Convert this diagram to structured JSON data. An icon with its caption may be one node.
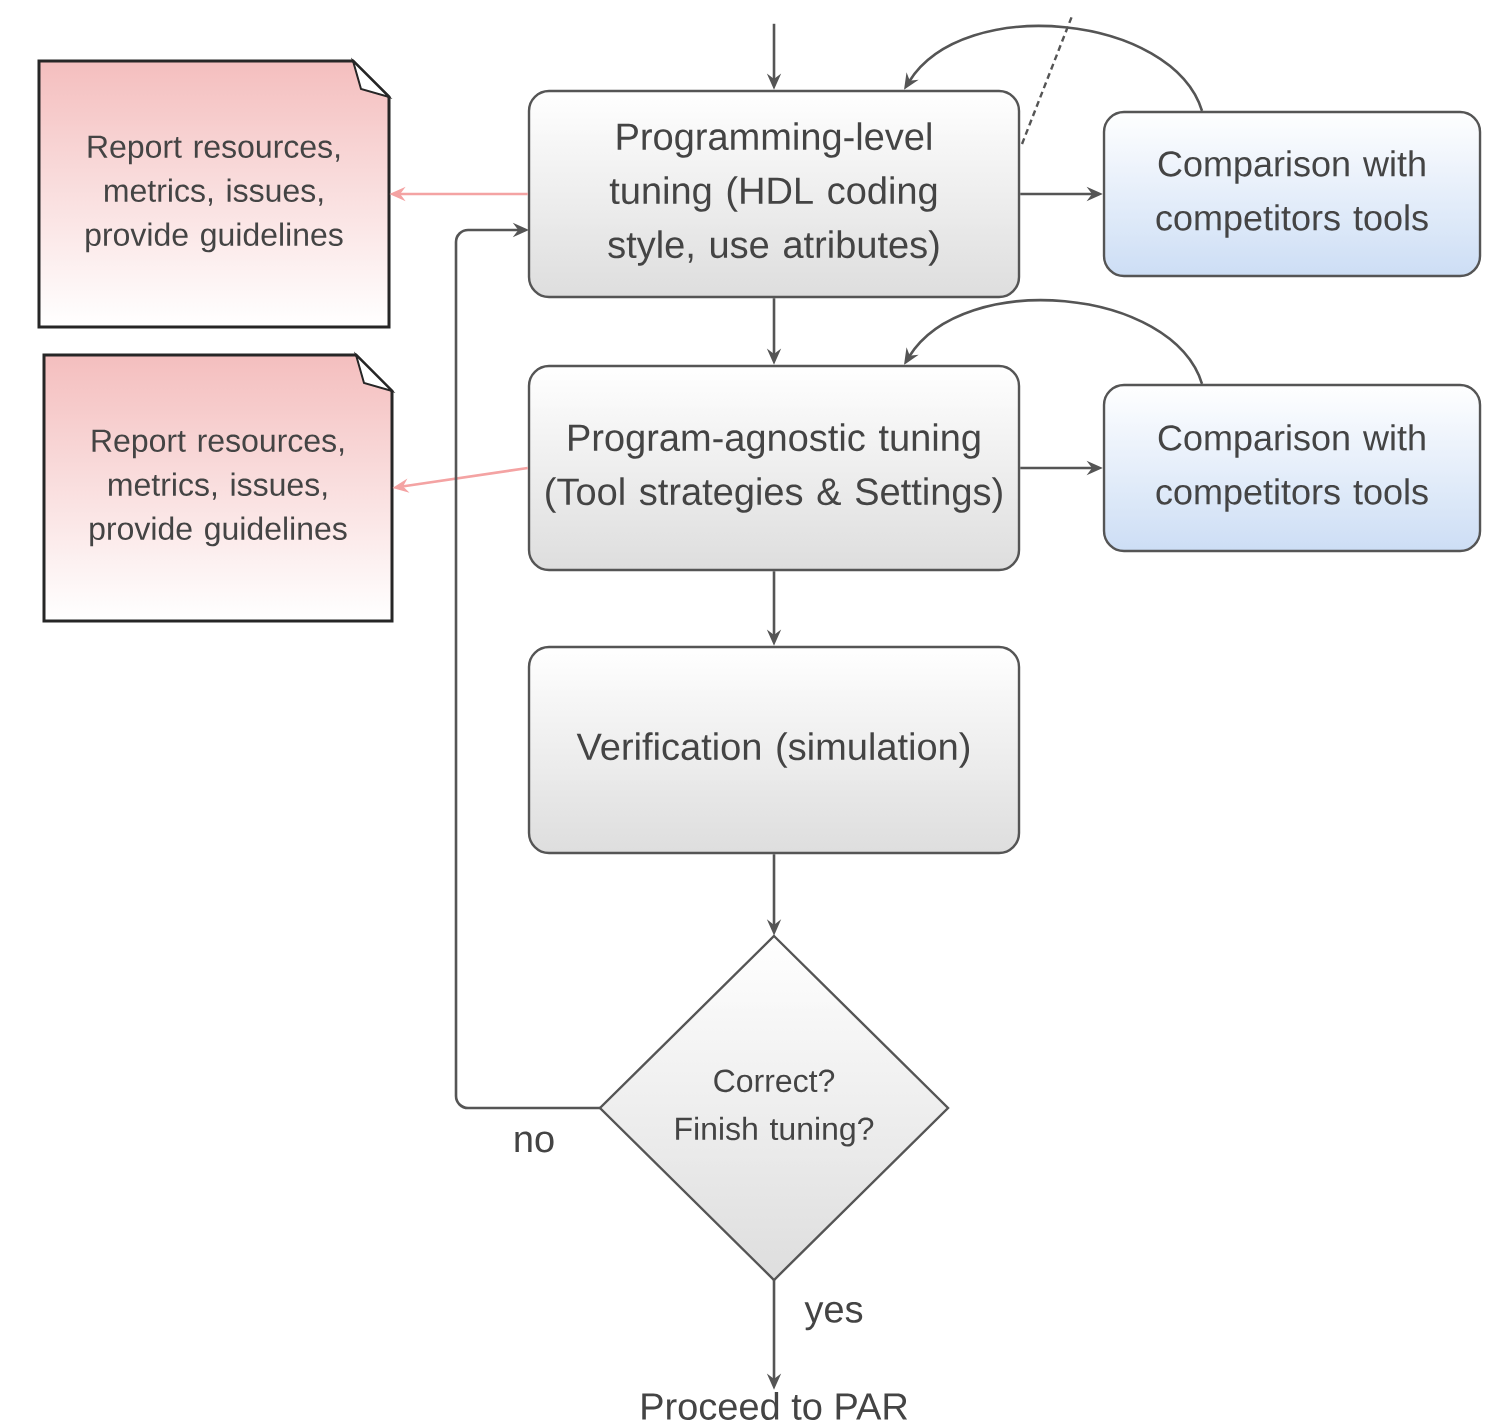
{
  "diagram": {
    "nodes": [
      {
        "text": [
          "Report resources, metrics, issues, provide guidelines"
        ]
      },
      {
        "text": [
          "Programming-level tuning (HDL coding style, use atributes)"
        ]
      },
      {
        "text": [
          "Comparison with competitors tools"
        ]
      },
      {
        "text": [
          "Report resources, metrics, issues, provide guidelines"
        ]
      },
      {
        "text": [
          "Program-agnostic tuning (Tool strategies & Settings)"
        ]
      },
      {
        "text": [
          "Comparison with competitors tools"
        ]
      },
      {
        "text": [
          "Verification (simulation)"
        ]
      },
      {
        "text": [
          "Correct? Finish tuning?"
        ]
      },
      {
        "text": [
          "Proceed to PAR"
        ]
      }
    ],
    "edges": [
      {
        "from": null,
        "to": 1,
        "arrow": "to"
      },
      {
        "from": 1,
        "to": 0,
        "arrow": "to",
        "color": "#f4a3a3"
      },
      {
        "from": 1,
        "to": 2,
        "arrow": "to"
      },
      {
        "from": 2,
        "to": 1,
        "arrow": "to"
      },
      {
        "from": 1,
        "to": 4,
        "arrow": "to"
      },
      {
        "from": 4,
        "to": 3,
        "arrow": "to",
        "color": "#f4a3a3"
      },
      {
        "from": 4,
        "to": 5,
        "arrow": "to"
      },
      {
        "from": 5,
        "to": 4,
        "arrow": "to"
      },
      {
        "from": 4,
        "to": 6,
        "arrow": "to"
      },
      {
        "from": 6,
        "to": 7,
        "arrow": "to"
      },
      {
        "from": 7,
        "to": 1,
        "arrow": "to",
        "label": "no"
      },
      {
        "from": 7,
        "to": 8,
        "arrow": "to",
        "label": "yes"
      }
    ]
  }
}
